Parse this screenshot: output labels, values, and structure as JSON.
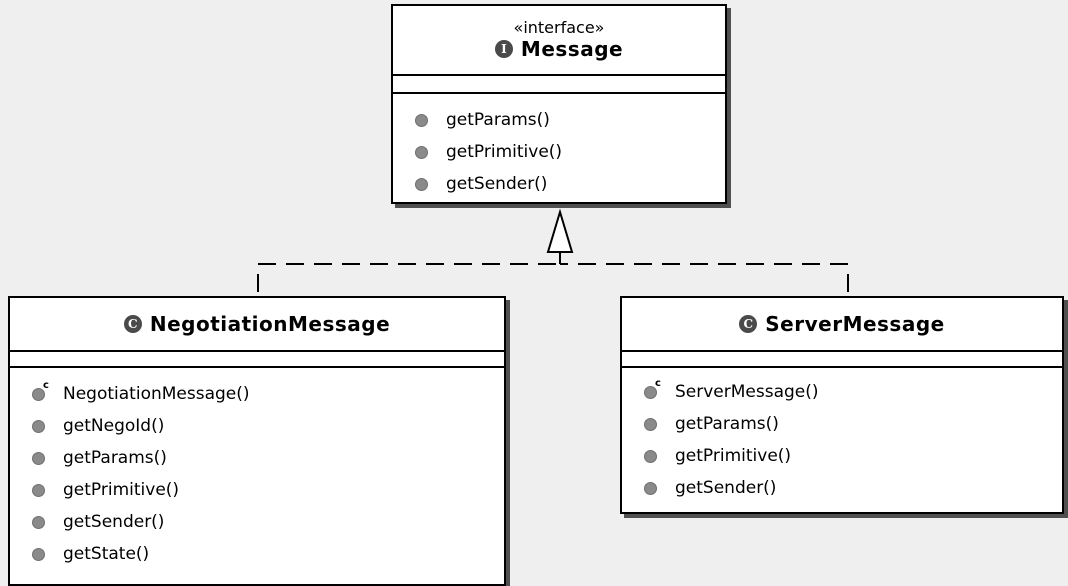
{
  "interface": {
    "stereotype": "«interface»",
    "icon_letter": "I",
    "name": "Message",
    "methods": [
      "getParams()",
      "getPrimitive()",
      "getSender()"
    ]
  },
  "negotiation": {
    "icon_letter": "C",
    "name": "NegotiationMessage",
    "methods": [
      {
        "label": "NegotiationMessage()",
        "constructor": true
      },
      {
        "label": "getNegoId()"
      },
      {
        "label": "getParams()"
      },
      {
        "label": "getPrimitive()"
      },
      {
        "label": "getSender()"
      },
      {
        "label": "getState()"
      }
    ]
  },
  "server": {
    "icon_letter": "C",
    "name": "ServerMessage",
    "methods": [
      {
        "label": "ServerMessage()",
        "constructor": true
      },
      {
        "label": "getParams()"
      },
      {
        "label": "getPrimitive()"
      },
      {
        "label": "getSender()"
      }
    ]
  },
  "constructor_marker": "c"
}
